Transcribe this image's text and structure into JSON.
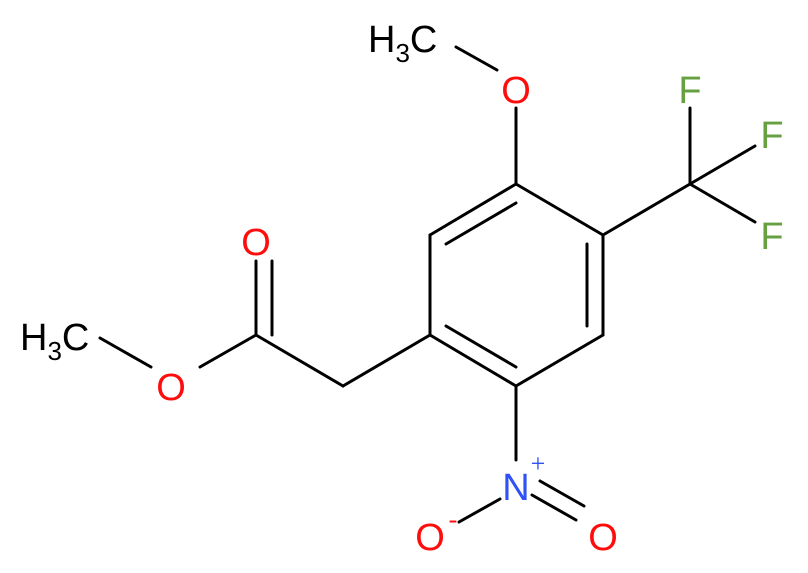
{
  "colors": {
    "carbon": "#000000",
    "oxygen": "#ff0d0d",
    "nitrogen": "#3050f8",
    "fluorine": "#66a040"
  },
  "labels": {
    "methoxy_methyl": {
      "main": "H",
      "sub": "3",
      "tail": "C"
    },
    "methoxy_oxygen": "O",
    "fluorine_1": "F",
    "fluorine_2": "F",
    "fluorine_3": "F",
    "carbonyl_oxygen": "O",
    "ester_methyl": {
      "main": "H",
      "sub": "3",
      "tail": "C"
    },
    "ester_oxygen": "O",
    "nitro_nitrogen": "N",
    "nitro_charge_plus": "+",
    "nitro_oxygen_minus": "O",
    "nitro_charge_minus": "-",
    "nitro_oxygen": "O"
  }
}
